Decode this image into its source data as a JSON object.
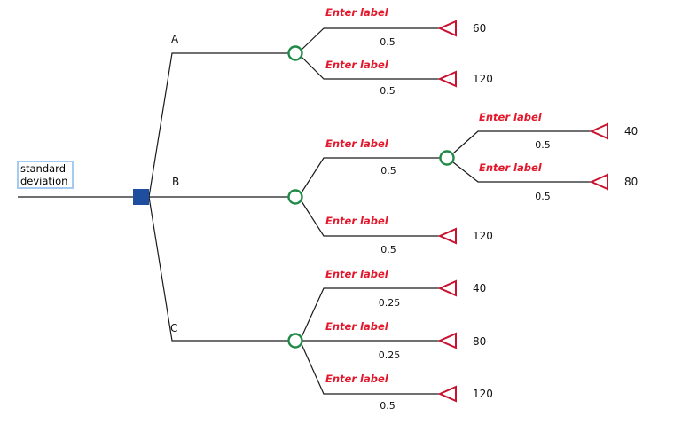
{
  "tree": {
    "type": "decision-tree",
    "root": {
      "textbox": "standard deviation",
      "node_type": "decision"
    },
    "branches": [
      {
        "label": "A",
        "node_type": "chance",
        "children": [
          {
            "label": "Enter label",
            "probability": "0.5",
            "value": "60",
            "node_type": "terminal"
          },
          {
            "label": "Enter label",
            "probability": "0.5",
            "value": "120",
            "node_type": "terminal"
          }
        ]
      },
      {
        "label": "B",
        "node_type": "chance",
        "children": [
          {
            "label": "Enter label",
            "probability": "0.5",
            "node_type": "chance",
            "children": [
              {
                "label": "Enter label",
                "probability": "0.5",
                "value": "40",
                "node_type": "terminal"
              },
              {
                "label": "Enter label",
                "probability": "0.5",
                "value": "80",
                "node_type": "terminal"
              }
            ]
          },
          {
            "label": "Enter label",
            "probability": "0.5",
            "value": "120",
            "node_type": "terminal"
          }
        ]
      },
      {
        "label": "C",
        "node_type": "chance",
        "children": [
          {
            "label": "Enter label",
            "probability": "0.25",
            "value": "40",
            "node_type": "terminal"
          },
          {
            "label": "Enter label",
            "probability": "0.25",
            "value": "80",
            "node_type": "terminal"
          },
          {
            "label": "Enter label",
            "probability": "0.5",
            "value": "120",
            "node_type": "terminal"
          }
        ]
      }
    ],
    "colors": {
      "decision_node": "#1F4E9E",
      "chance_node": "#1E8A46",
      "terminal_node": "#C9122F",
      "edge_label_text": "#E3182C",
      "focus_ring": "#A6CBF3",
      "line": "#1A1A1A"
    }
  }
}
